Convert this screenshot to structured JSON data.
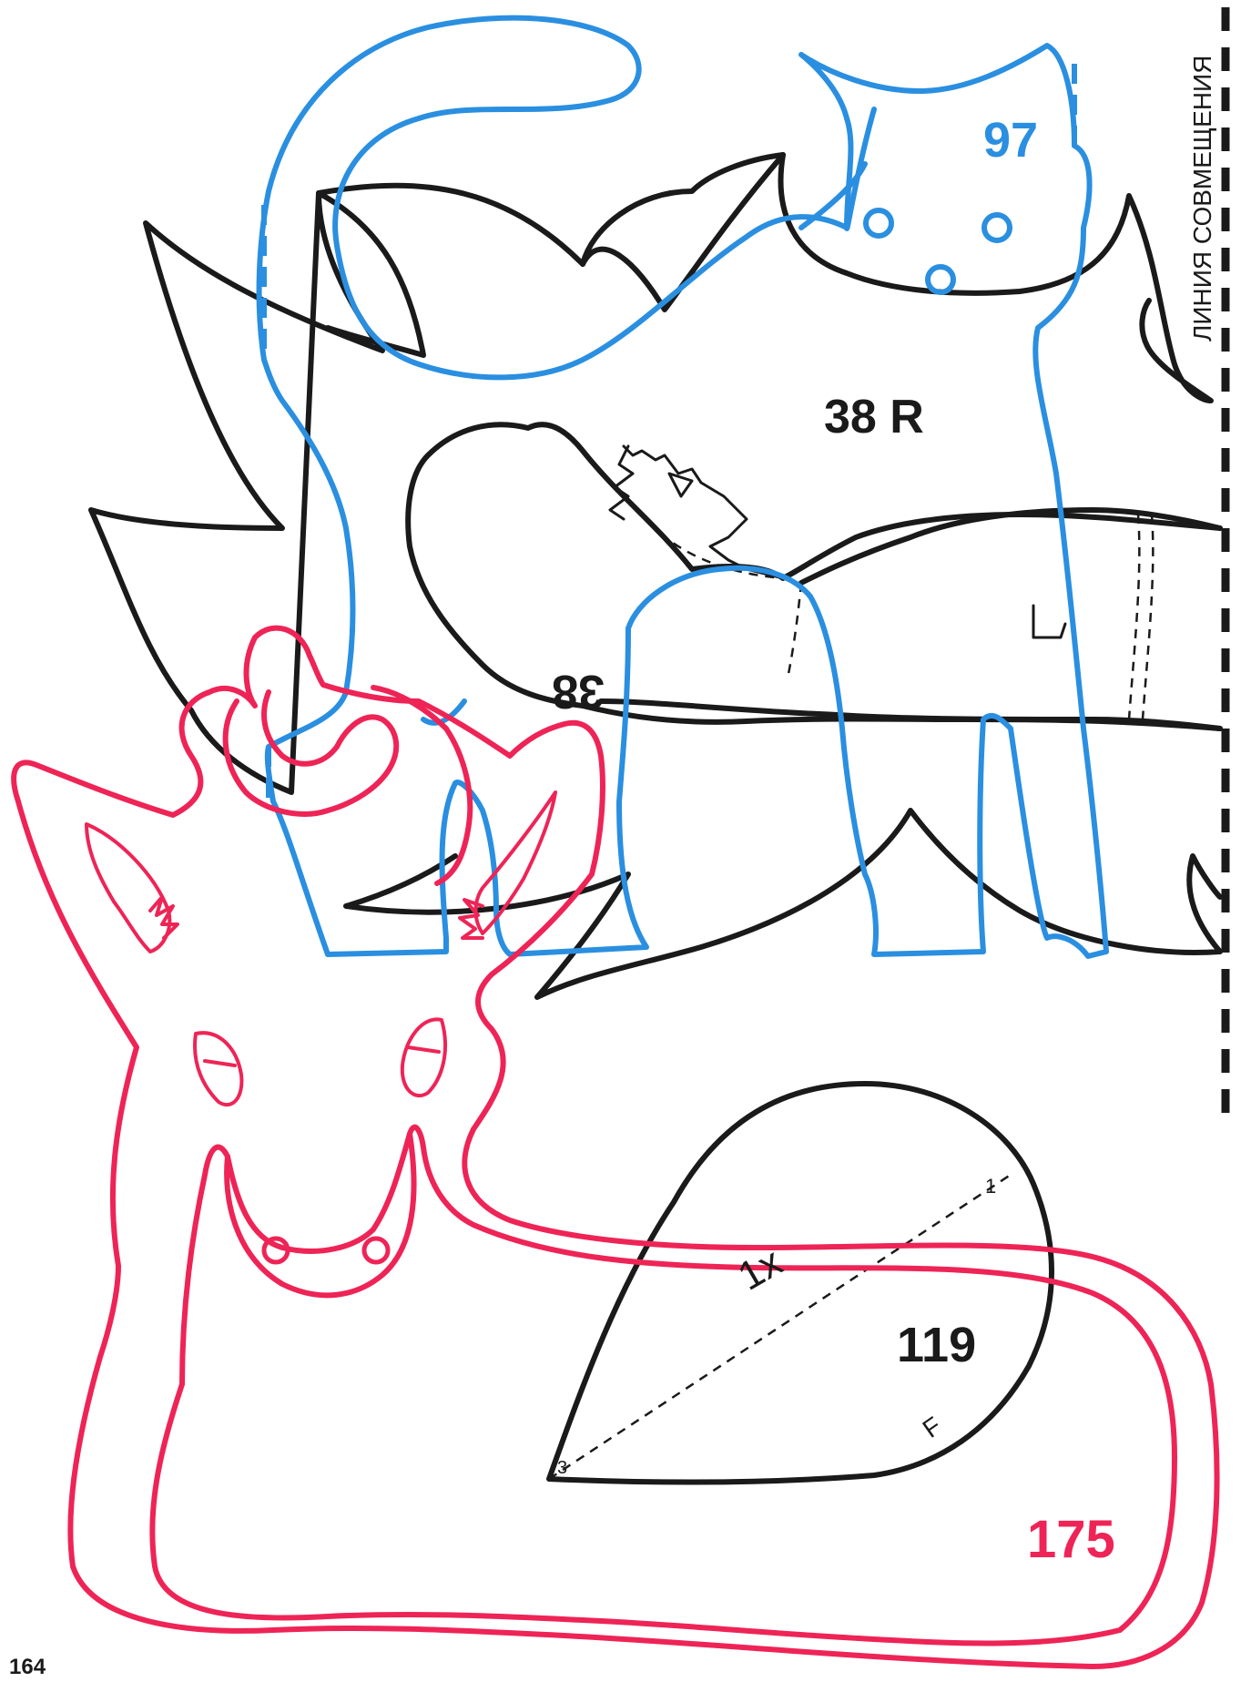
{
  "page": {
    "page_number": "164",
    "alignment_line_label": "ЛИНИЯ СОВМЕЩЕНИЯ"
  },
  "patterns": {
    "black_main_label": "38 R",
    "black_mirrored_label": "38",
    "blue_label": "97",
    "red_label": "175",
    "teardrop_label": "119",
    "teardrop_count": "1x",
    "teardrop_mark_start": "1",
    "teardrop_mark_end": "3",
    "teardrop_mark_f": "F"
  },
  "colors": {
    "black": "#1a1a1a",
    "blue": "#2a8fe0",
    "red": "#ee2456"
  }
}
